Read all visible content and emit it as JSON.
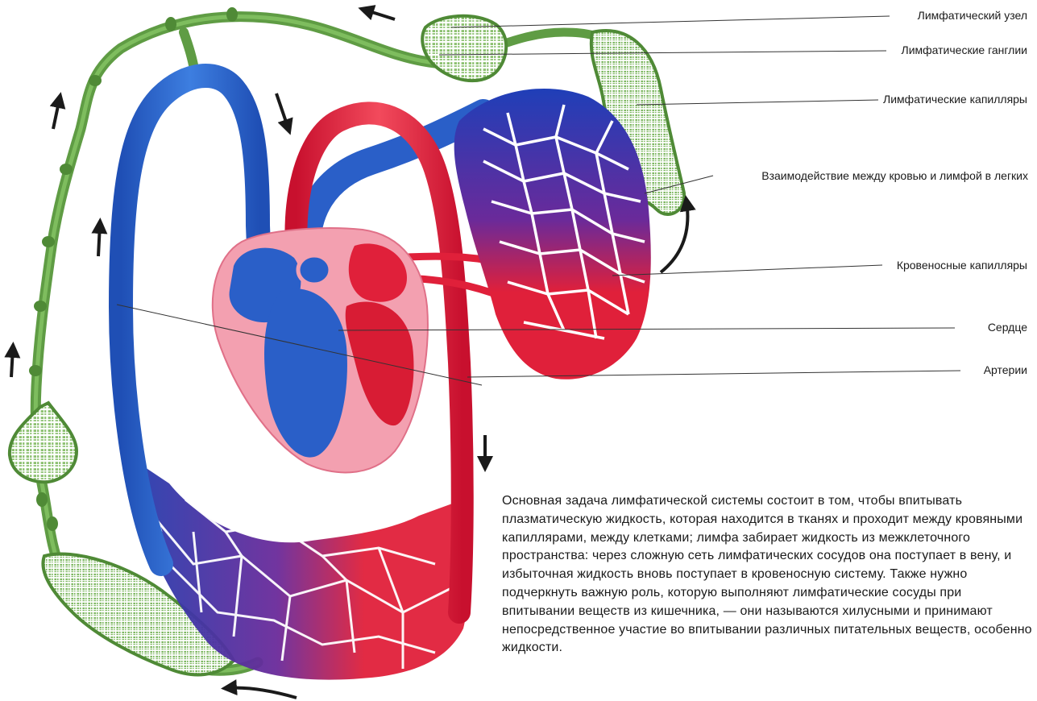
{
  "labels": {
    "lymph_node": "Лимфатический узел",
    "lymph_ganglia": "Лимфатические ганглии",
    "lymph_capillaries": "Лимфатические капилляры",
    "interaction": "Взаимодействие между кровью и лимфой в легких",
    "blood_capillaries": "Кровеносные капилляры",
    "heart": "Сердце",
    "arteries": "Артерии"
  },
  "description": "Основная задача лимфатической системы состоит в том, чтобы впитывать плазматическую жидкость, которая находится в тканях и проходит между кровяными капиллярами, между клетками; лимфа забирает жидкость из межклеточного пространства: через сложную сеть лимфатических сосудов она поступает в вену, и избыточная жидкость вновь поступает в кровеносную систему. Также нужно подчеркнуть важную роль, которую выполняют лимфатические сосуды при впитывании веществ из кишечника, — они называются хилусными и принимают непосредственное участие во впитывании различных питательных веществ, особенно жидкости.",
  "colors": {
    "lymph": "#6aa84f",
    "lymph_dark": "#3f7a2a",
    "vein": "#2a5fc8",
    "artery": "#e0203a",
    "heart_outer": "#f3a0b0"
  }
}
